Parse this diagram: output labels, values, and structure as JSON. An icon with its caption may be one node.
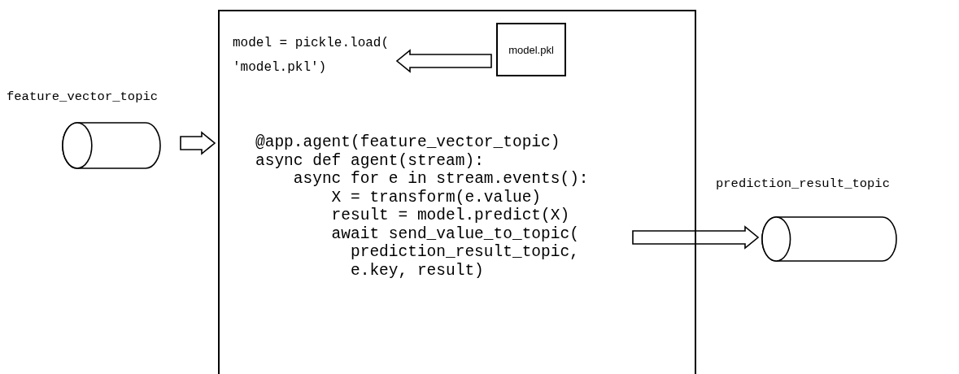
{
  "diagram": {
    "nodes": [
      {
        "text": [],
        "shape": "box"
      },
      {
        "text": [
          "model = pickle.load( 'model.pkl')"
        ],
        "in": 0
      },
      {
        "text": [
          "model.pkl"
        ],
        "in": 0
      },
      {
        "text": [
          "@app.agent(feature_vector_topic)",
          "async def agent(stream):",
          "async for e in stream.events():",
          "X = transform(e.value)",
          "result = model.predict(X)",
          "await send_value_to_topic(",
          "prediction_result_topic,",
          "e.key, result)"
        ],
        "in": 0
      },
      {
        "text": [
          "feature_vector_topic"
        ]
      },
      {
        "text": [
          "prediction_result_topic"
        ]
      }
    ],
    "edges": [
      {
        "from": 2,
        "to": 1,
        "arrow": "to"
      },
      {
        "from": 4,
        "to": 0,
        "arrow": "to"
      },
      {
        "from": 3,
        "to": 5,
        "arrow": "to"
      }
    ]
  }
}
